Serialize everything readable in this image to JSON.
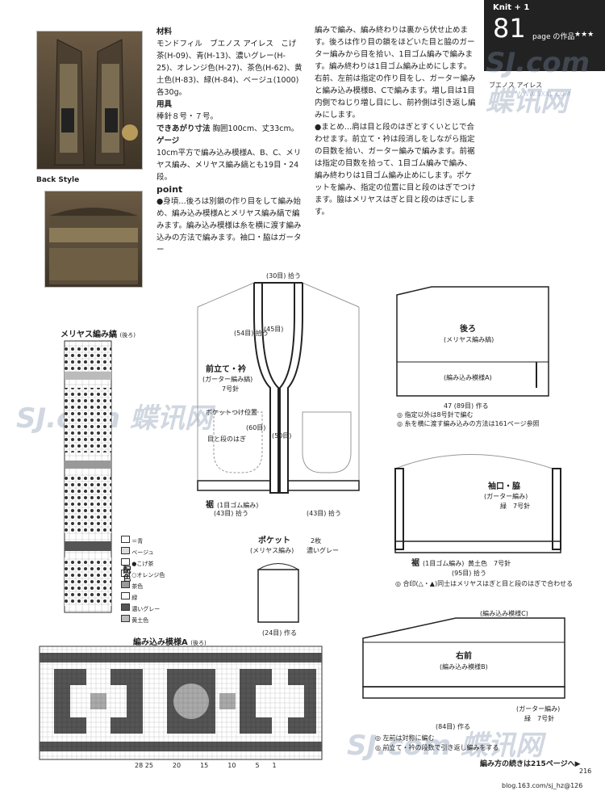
{
  "header": {
    "knit_label": "Knit + 1",
    "page_num": "81",
    "page_suffix": "page の作品",
    "stars": "★★★",
    "yarn": "ブエノス アイレス"
  },
  "photo": {
    "back_style": "Back Style"
  },
  "materials": {
    "h_material": "材料",
    "material_text": "モンドフィル　ブエノス アイレス　こげ茶(H-09)、青(H-13)、濃いグレー(H-25)、オレンジ色(H-27)、茶色(H-62)、黄土色(H-83)、緑(H-84)、ベージュ(1000) 各30g。",
    "h_tools": "用具",
    "tools_text": "棒針８号・７号。",
    "h_size": "できあがり寸法",
    "size_text": "胸囲100cm、丈33cm。",
    "h_gauge": "ゲージ",
    "gauge_text": "10cm平方で編み込み模様A、B、C、メリヤス編み、メリヤス編み縞とも19目・24段。",
    "h_point": "point",
    "point_text": "●身頃…後ろは別鎖の作り目をして編み始め、編み込み模様Aとメリヤス編み縞で編みます。編み込み模様は糸を横に渡す編み込みの方法で編みます。袖口・脇はガーター"
  },
  "col2": {
    "text1": "編みで編み、編み終わりは裏から伏せ止めます。後ろは作り目の鎖をほどいた目と脇のガーター編みから目を拾い、1目ゴム編みで編みます。編み終わりは1目ゴム編み止めにします。右前、左前は指定の作り目をし、ガーター編みと編み込み模様B、Cで編みます。増し目は1目内側でねじり増し目にし、前衿側は引き返し編みにします。",
    "text2": "●まとめ…肩は目と段のはぎとすくいとじで合わせます。前立て・衿は段消しをしながら指定の目数を拾い、ガーター編みで編みます。前裾は指定の目数を拾って、1目ゴム編みで編み、編み終わりは1目ゴム編み止めにします。ポケットを編み、指定の位置に目と段のはぎでつけます。脇はメリヤスはぎと目と段のはぎにします。"
  },
  "diagram_labels": {
    "front_band": "前立て・衿",
    "front_band_sub": "(ガーター編み縞)",
    "needle7": "7号針",
    "hem": "裾",
    "hem_rib": "(1目ゴム編み)",
    "hem_pick": "(43目) 拾う",
    "neck_pick": "(30目) 拾う",
    "band_pick": "(54目) 拾う",
    "band_45": "(45目)",
    "band_50": "(50目)",
    "band_60": "(60目)",
    "pocket_pos": "ポケットつけ位置",
    "pocket_seam": "目と段のはぎ",
    "back": "後ろ",
    "back_sub": "(メリヤス編み縞)",
    "back_pattern": "(編み込み模様A)",
    "back_width": "47 (89目) 作る",
    "back_note1": "◎ 指定以外は8号針で編む",
    "back_note2": "◎ 糸を横に渡す編み込みの方法は161ページ参照",
    "armhole": "袖口・脇",
    "armhole_sub": "(ガーター編み)",
    "armhole_color": "緑　7号針",
    "hem2": "裾",
    "hem2_rib": "(1目ゴム編み)",
    "hem2_color": "黄土色　7号針",
    "hem2_pick": "(95目) 拾う",
    "match_note": "◎ 合印(△・▲)同士はメリヤスはぎと目と段のはぎで合わせる",
    "pocket": "ポケット",
    "pocket_sub": "(メリヤス編み)",
    "pocket_qty": "2枚",
    "pocket_color": "濃いグレー",
    "pocket_cast": "(24目) 作る",
    "right_front": "右前",
    "right_front_sub": "(編み込み模様B)",
    "right_front_top": "(編み込み模様C)",
    "right_front_garter": "(ガーター編み)",
    "right_front_needle": "緑　7号針",
    "right_front_cast": "(84目) 作る",
    "right_front_note1": "◎ 左前は対称に編む",
    "right_front_note2": "◎ 前立て・衿の段数で引き返し編みをする",
    "continue_note": "編み方の続きは215ページへ▶",
    "stockinette_title": "メリヤス編み縞",
    "stockinette_sub": "(後ろ)",
    "patternA_title": "編み込み模様A",
    "patternA_sub": "(後ろ)",
    "color_label": "配色"
  },
  "legend": [
    {
      "sym": "＝",
      "name": "青",
      "color": "#ffffff"
    },
    {
      "sym": "",
      "name": "ベージュ",
      "color": "#dddddd"
    },
    {
      "sym": "●",
      "name": "こげ茶",
      "color": "#ffffff"
    },
    {
      "sym": "○",
      "name": "オレンジ色",
      "color": "#ffffff"
    },
    {
      "sym": "",
      "name": "茶色",
      "color": "#999999"
    },
    {
      "sym": "",
      "name": "緑",
      "color": "#ffffff"
    },
    {
      "sym": "",
      "name": "濃いグレー",
      "color": "#555555"
    },
    {
      "sym": "",
      "name": "黄土色",
      "color": "#bbbbbb"
    }
  ],
  "footer": {
    "page_no": "216",
    "blog": "blog.163.com/sj_hz@126"
  },
  "watermark": {
    "text": "SJ.com 蝶讯网",
    "url": "WWW.SXXL.COM"
  }
}
